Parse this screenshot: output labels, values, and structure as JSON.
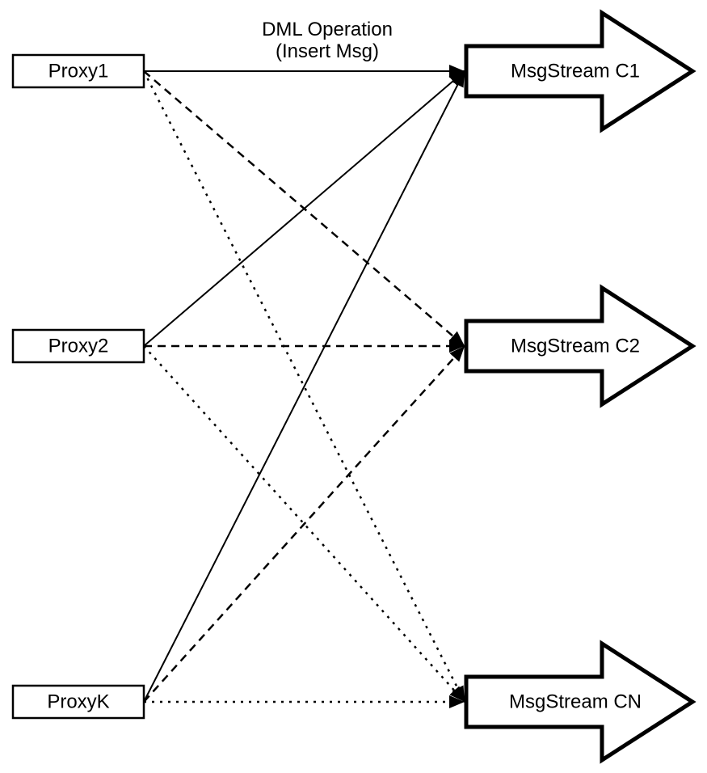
{
  "colors": {
    "stroke": "#000000",
    "fill": "#ffffff",
    "background": "#ffffff"
  },
  "annotation": {
    "line1": "DML Operation",
    "line2": "(Insert Msg)"
  },
  "proxies": [
    {
      "id": "proxy1",
      "label": "Proxy1"
    },
    {
      "id": "proxy2",
      "label": "Proxy2"
    },
    {
      "id": "proxyk",
      "label": "ProxyK"
    }
  ],
  "streams": [
    {
      "id": "c1",
      "label": "MsgStream C1",
      "incoming_line_style": "solid"
    },
    {
      "id": "c2",
      "label": "MsgStream C2",
      "incoming_line_style": "dashed"
    },
    {
      "id": "cn",
      "label": "MsgStream CN",
      "incoming_line_style": "dotted"
    }
  ],
  "connections": [
    {
      "from": "proxy1",
      "to": "c1",
      "style": "solid"
    },
    {
      "from": "proxy1",
      "to": "c2",
      "style": "dashed"
    },
    {
      "from": "proxy1",
      "to": "cn",
      "style": "dotted"
    },
    {
      "from": "proxy2",
      "to": "c1",
      "style": "solid"
    },
    {
      "from": "proxy2",
      "to": "c2",
      "style": "dashed"
    },
    {
      "from": "proxy2",
      "to": "cn",
      "style": "dotted"
    },
    {
      "from": "proxyk",
      "to": "c1",
      "style": "solid"
    },
    {
      "from": "proxyk",
      "to": "c2",
      "style": "dashed"
    },
    {
      "from": "proxyk",
      "to": "cn",
      "style": "dotted"
    }
  ]
}
